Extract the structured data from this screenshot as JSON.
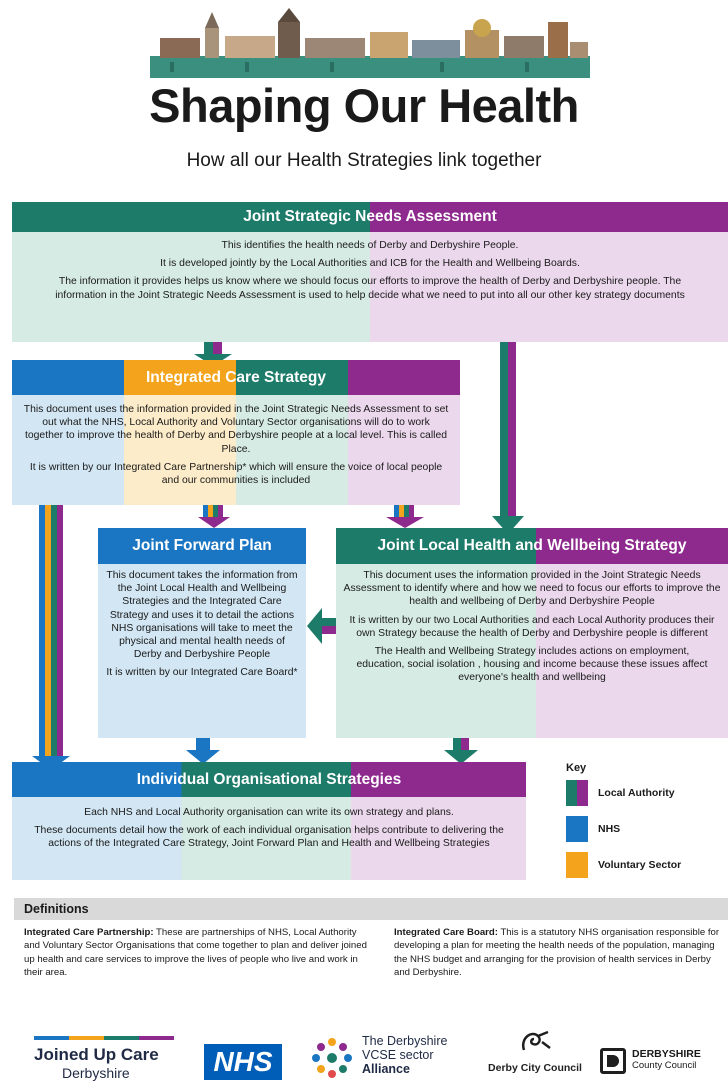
{
  "header": {
    "title": "Shaping Our Health",
    "subtitle": "How all our Health Strategies link together"
  },
  "colors": {
    "teal": "#1d7b6a",
    "purple": "#8e2a8e",
    "blue": "#1a76c2",
    "orange": "#f4a41c",
    "teal_light": "#d6ebe4",
    "purple_light": "#ecd8ec",
    "blue_light": "#d2e6f3",
    "orange_light": "#fdecc9"
  },
  "jsna": {
    "title": "Joint Strategic Needs Assessment",
    "p1": "This identifies the health needs of Derby and Derbyshire People.",
    "p2": "It is developed jointly by the Local Authorities and ICB for the Health and Wellbeing Boards.",
    "p3": "The information it provides helps us know where we should focus our efforts to improve the health of Derby and Derbyshire people. The information in the Joint Strategic Needs Assessment is used to help decide what we need to put into all our other key strategy documents"
  },
  "ics": {
    "title": "Integrated Care Strategy",
    "p1": "This document uses the information provided in the Joint Strategic Needs Assessment to set out what the NHS, Local Authority and Voluntary Sector organisations will do to work together to improve the health of Derby and Derbyshire people at a local level.  This is called Place.",
    "p2": "It is written by our Integrated Care Partnership* which will ensure the voice of local people and our  communities is included"
  },
  "jfp": {
    "title": "Joint Forward Plan",
    "p1": "This document takes the information from the Joint Local Health and Wellbeing Strategies and the Integrated Care Strategy and uses it to detail the actions NHS organisations will take to meet the physical and mental health needs of Derby and Derbyshire People",
    "p2": "It is written by our Integrated Care Board*"
  },
  "jlhws": {
    "title": "Joint Local Health and Wellbeing Strategy",
    "p1": "This document uses the information provided in the Joint Strategic Needs Assessment to identify where and how we need to focus our efforts to improve the health and wellbeing of Derby and Derbyshire People",
    "p2": "It is written by our two Local Authorities and each Local Authority produces their own Strategy because the health of Derby and Derbyshire people is different",
    "p3": "The Health and Wellbeing Strategy includes actions on employment, education, social isolation , housing and income because these issues affect everyone's health and wellbeing"
  },
  "ios": {
    "title": "Individual Organisational Strategies",
    "p1": "Each NHS and Local Authority organisation can write its own strategy and plans.",
    "p2": "These documents detail how the work of each individual organisation helps contribute to delivering the actions of the Integrated Care Strategy, Joint Forward Plan and Health and Wellbeing Strategies"
  },
  "key": {
    "title": "Key",
    "items": [
      "Local Authority",
      "NHS",
      "Voluntary Sector"
    ]
  },
  "definitions": {
    "title": "Definitions",
    "icp_term": "Integrated Care Partnership:",
    "icp_text": " These are partnerships of NHS, Local Authority and Voluntary Sector Organisations that come together to plan and deliver joined up health and care services to improve the lives of people who live and work in their area.",
    "icb_term": "Integrated Care Board:",
    "icb_text": " This is a statutory NHS organisation responsible for developing a plan for meeting the health needs of the population, managing the NHS budget and arranging for the provision of health services in Derby and Derbyshire."
  },
  "logos": {
    "juc_line1": "Joined Up Care",
    "juc_line2": "Derbyshire",
    "nhs": "NHS",
    "vcse_line1": "The Derbyshire",
    "vcse_line2": "VCSE sector",
    "vcse_line3": "Alliance",
    "dcc": "Derby City Council",
    "dbc_line1": "DERBYSHIRE",
    "dbc_line2": "County Council"
  }
}
